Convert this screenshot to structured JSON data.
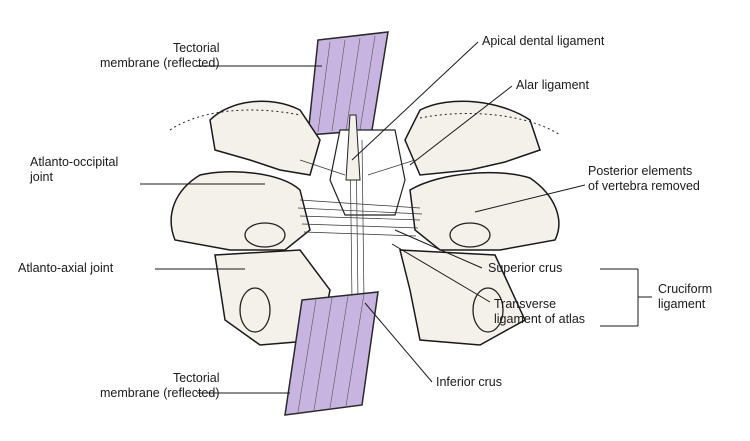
{
  "colors": {
    "membrane": "#c7b4e0",
    "membrane_stroke": "#2a2a2a",
    "bone_fill": "#f4f0ea",
    "ink": "#1a1a1a",
    "background": "#ffffff"
  },
  "labels": {
    "tectorial_top": [
      "Tectorial",
      "membrane (reflected)"
    ],
    "apical_dental": "Apical dental ligament",
    "alar": "Alar ligament",
    "atlanto_occipital": [
      "Atlanto-occipital",
      "joint"
    ],
    "posterior_elements": [
      "Posterior elements",
      "of vertebra removed"
    ],
    "atlanto_axial": "Atlanto-axial joint",
    "superior_crus": "Superior crus",
    "cruciform": [
      "Cruciform",
      "ligament"
    ],
    "transverse": [
      "Transverse",
      "ligament of atlas"
    ],
    "tectorial_bottom": [
      "Tectorial",
      "membrane (reflected)"
    ],
    "inferior_crus": "Inferior crus"
  }
}
